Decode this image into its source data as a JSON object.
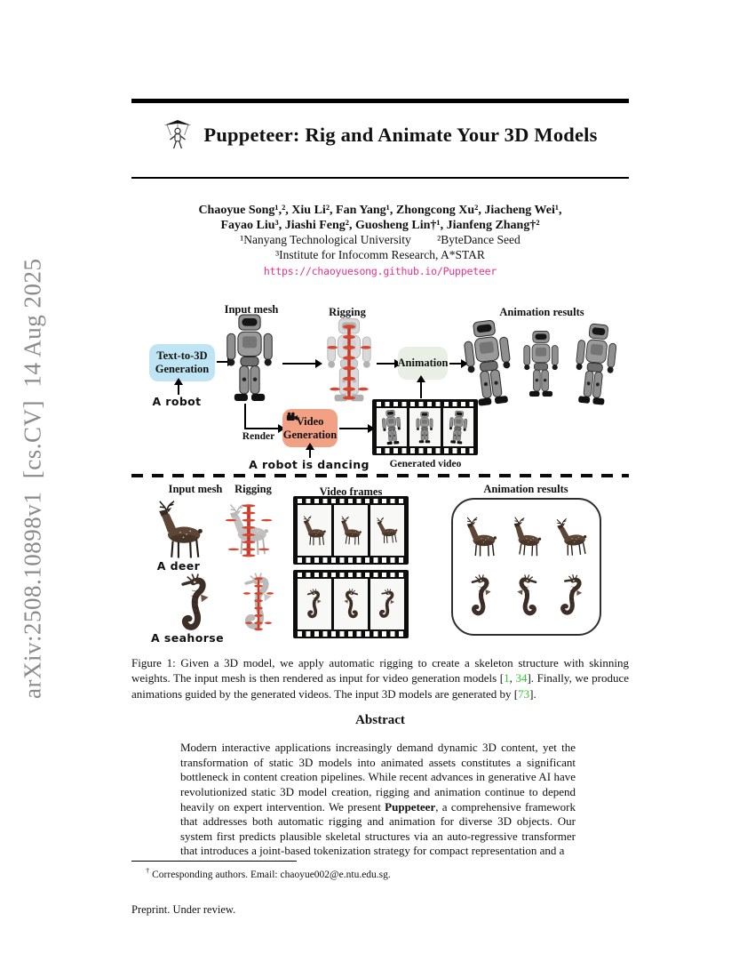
{
  "sidebar": {
    "arxiv_label": "arXiv:2508.10898v1  [cs.CV]  14 Aug 2025"
  },
  "header": {
    "title": "Puppeteer: Rig and Animate Your 3D Models"
  },
  "authors": {
    "line1": "Chaoyue Song¹,², Xiu Li², Fan Yang¹, Zhongcong Xu², Jiacheng Wei¹,",
    "line2": "Fayao Liu³, Jiashi Feng², Guosheng Lin†¹, Jianfeng Zhang†²",
    "affil1": "¹Nanyang Technological University",
    "affil2": "²ByteDance Seed",
    "affil3": "³Institute for Infocomm Research, A*STAR",
    "url": "https://chaoyuesong.github.io/Puppeteer"
  },
  "figure": {
    "top": {
      "input_mesh": "Input mesh",
      "rigging": "Rigging",
      "animation_results": "Animation results",
      "t23d_line1": "Text-to-3D",
      "t23d_line2": "Generation",
      "prompt_robot": "A robot",
      "render": "Render",
      "video_line1": "Video",
      "video_line2": "Generation",
      "animation": "Animation",
      "prompt_dance": "A robot is dancing",
      "generated_video": "Generated video"
    },
    "bottom": {
      "input_mesh": "Input mesh",
      "rigging": "Rigging",
      "video_frames": "Video frames",
      "animation_results": "Animation results",
      "prompt_deer": "A deer",
      "prompt_seahorse": "A seahorse"
    },
    "caption": {
      "part1": "Figure 1:  Given a 3D model, we apply automatic rigging to create a skeleton structure with skinning weights. The input mesh is then rendered as input for video generation models [",
      "cite1": "1",
      "sep": ", ",
      "cite2": "34",
      "part2": "]. Finally, we produce animations guided by the generated videos. The input 3D models are generated by [",
      "cite3": "73",
      "part3": "]."
    }
  },
  "abstract": {
    "heading": "Abstract",
    "part1": "Modern interactive applications increasingly demand dynamic 3D content, yet the transformation of static 3D models into animated assets constitutes a significant bottleneck in content creation pipelines. While recent advances in generative AI have revolutionized static 3D model creation, rigging and animation continue to depend heavily on expert intervention. We present ",
    "bold_word": "Puppeteer",
    "part2": ", a comprehensive framework that addresses both automatic rigging and animation for diverse 3D objects. Our system first predicts plausible skeletal structures via an auto-regressive transformer that introduces a joint-based tokenization strategy for compact representation and a"
  },
  "footnote": {
    "dagger": "†",
    "text": "Corresponding authors. Email: chaoyue002@e.ntu.edu.sg."
  },
  "footer": {
    "text": "Preprint. Under review."
  },
  "colors": {
    "url_pink": "#e8308a",
    "cite_green": "#2ecc2e",
    "box_blue": "#bfe4f4",
    "box_green": "#e9efe4",
    "box_salmon": "#f2a184"
  }
}
